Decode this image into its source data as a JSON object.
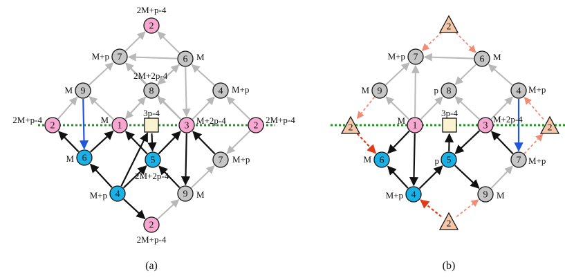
{
  "colors": {
    "pink": "#f7a8d0",
    "grey": "#c6c6c6",
    "cyan": "#1ab1e6",
    "square": "#fbf3cf",
    "triangle": "#f6c7a9",
    "dotted_line": "#1a9a1a",
    "grey_edge": "#b8b8b8",
    "black_edge": "#111111",
    "blue_edge": "#2255dd",
    "salmon_edge": "#f28b74",
    "red_edge": "#e03a1c"
  },
  "panels": [
    {
      "caption": "(a)",
      "nodes": [
        {
          "id": "top2",
          "label": "2",
          "fill": "pink",
          "shape": "circle",
          "ann": "2M+p-4"
        },
        {
          "id": "n7",
          "label": "7",
          "fill": "grey",
          "shape": "circle",
          "ann": "M+p"
        },
        {
          "id": "n6",
          "label": "6",
          "fill": "grey",
          "shape": "circle",
          "ann": "M"
        },
        {
          "id": "n9",
          "label": "9",
          "fill": "grey",
          "shape": "circle",
          "ann": "M"
        },
        {
          "id": "n8",
          "label": "8",
          "fill": "grey",
          "shape": "circle",
          "ann": "2M+2p-4"
        },
        {
          "id": "n4",
          "label": "4",
          "fill": "grey",
          "shape": "circle",
          "ann": "M+p"
        },
        {
          "id": "l2",
          "label": "2",
          "fill": "pink",
          "shape": "circle",
          "ann": "2M+p-4"
        },
        {
          "id": "n1",
          "label": "1",
          "fill": "pink",
          "shape": "circle",
          "ann": "M"
        },
        {
          "id": "sq",
          "label": "",
          "fill": "square",
          "shape": "square",
          "ann": "3p-4"
        },
        {
          "id": "n3",
          "label": "3",
          "fill": "pink",
          "shape": "circle",
          "ann": "M+2p-4"
        },
        {
          "id": "r2",
          "label": "2",
          "fill": "pink",
          "shape": "circle",
          "ann": "2M+p-4"
        },
        {
          "id": "c6",
          "label": "6",
          "fill": "cyan",
          "shape": "circle",
          "ann": "M"
        },
        {
          "id": "c5",
          "label": "5",
          "fill": "cyan",
          "shape": "circle",
          "ann": "2M+2p-4"
        },
        {
          "id": "g7",
          "label": "7",
          "fill": "grey",
          "shape": "circle",
          "ann": "M+p"
        },
        {
          "id": "c4",
          "label": "4",
          "fill": "cyan",
          "shape": "circle",
          "ann": "M+p"
        },
        {
          "id": "g9",
          "label": "9",
          "fill": "grey",
          "shape": "circle",
          "ann": "M"
        },
        {
          "id": "bot2",
          "label": "2",
          "fill": "pink",
          "shape": "circle",
          "ann": "2M+p-4"
        }
      ],
      "edges": [
        {
          "from": "n7",
          "to": "top2",
          "style": "grey"
        },
        {
          "from": "n6",
          "to": "top2",
          "style": "grey"
        },
        {
          "from": "n6",
          "to": "n7",
          "style": "grey"
        },
        {
          "from": "n9",
          "to": "n7",
          "style": "grey"
        },
        {
          "from": "n8",
          "to": "n7",
          "style": "grey"
        },
        {
          "from": "n8",
          "to": "n6",
          "style": "grey"
        },
        {
          "from": "n6",
          "to": "n8",
          "style": "grey"
        },
        {
          "from": "n4",
          "to": "n6",
          "style": "grey"
        },
        {
          "from": "l2",
          "to": "n9",
          "style": "grey"
        },
        {
          "from": "n1",
          "to": "n9",
          "style": "grey"
        },
        {
          "from": "n1",
          "to": "n8",
          "style": "grey"
        },
        {
          "from": "n8",
          "to": "n1",
          "style": "grey"
        },
        {
          "from": "n3",
          "to": "n8",
          "style": "grey"
        },
        {
          "from": "n3",
          "to": "n4",
          "style": "grey"
        },
        {
          "from": "r2",
          "to": "n4",
          "style": "grey"
        },
        {
          "from": "n3",
          "to": "n7",
          "style": "grey"
        },
        {
          "from": "n6",
          "to": "n3",
          "style": "grey"
        },
        {
          "from": "r2",
          "to": "g7",
          "style": "grey"
        },
        {
          "from": "g9",
          "to": "g7",
          "style": "grey"
        },
        {
          "from": "bot2",
          "to": "g9",
          "style": "grey"
        },
        {
          "from": "n9",
          "to": "c6",
          "style": "blue"
        },
        {
          "from": "c6",
          "to": "l2",
          "style": "black"
        },
        {
          "from": "c6",
          "to": "n1",
          "style": "black"
        },
        {
          "from": "c5",
          "to": "n1",
          "style": "black"
        },
        {
          "from": "c5",
          "to": "n3",
          "style": "black"
        },
        {
          "from": "sq",
          "to": "c5",
          "style": "black"
        },
        {
          "from": "c4",
          "to": "sq",
          "style": "black"
        },
        {
          "from": "c4",
          "to": "c5",
          "style": "black"
        },
        {
          "from": "c4",
          "to": "c6",
          "style": "black"
        },
        {
          "from": "c4",
          "to": "bot2",
          "style": "black"
        },
        {
          "from": "n3",
          "to": "g9",
          "style": "black"
        },
        {
          "from": "g9",
          "to": "c5",
          "style": "black"
        },
        {
          "from": "g7",
          "to": "n3",
          "style": "black"
        }
      ]
    },
    {
      "caption": "(b)",
      "nodes": [
        {
          "id": "top2",
          "label": "2",
          "fill": "triangle",
          "shape": "triangle",
          "ann": ""
        },
        {
          "id": "n7",
          "label": "7",
          "fill": "grey",
          "shape": "circle",
          "ann": "M+p"
        },
        {
          "id": "n6",
          "label": "6",
          "fill": "grey",
          "shape": "circle",
          "ann": "M"
        },
        {
          "id": "n9",
          "label": "9",
          "fill": "grey",
          "shape": "circle",
          "ann": "M"
        },
        {
          "id": "n8",
          "label": "8",
          "fill": "grey",
          "shape": "circle",
          "ann": "p"
        },
        {
          "id": "n4",
          "label": "4",
          "fill": "grey",
          "shape": "circle",
          "ann": "M+p"
        },
        {
          "id": "l2",
          "label": "2",
          "fill": "triangle",
          "shape": "triangle",
          "ann": ""
        },
        {
          "id": "n1",
          "label": "1",
          "fill": "pink",
          "shape": "circle",
          "ann": "M"
        },
        {
          "id": "sq",
          "label": "",
          "fill": "square",
          "shape": "square",
          "ann": "3p-4"
        },
        {
          "id": "n3",
          "label": "3",
          "fill": "pink",
          "shape": "circle",
          "ann": "M+2p-4"
        },
        {
          "id": "r2",
          "label": "2",
          "fill": "triangle",
          "shape": "triangle",
          "ann": ""
        },
        {
          "id": "c6",
          "label": "6",
          "fill": "cyan",
          "shape": "circle",
          "ann": "M"
        },
        {
          "id": "c5",
          "label": "5",
          "fill": "cyan",
          "shape": "circle",
          "ann": "p"
        },
        {
          "id": "g7",
          "label": "7",
          "fill": "grey",
          "shape": "circle",
          "ann": "M+p"
        },
        {
          "id": "c4",
          "label": "4",
          "fill": "cyan",
          "shape": "circle",
          "ann": "M+p"
        },
        {
          "id": "g9",
          "label": "9",
          "fill": "grey",
          "shape": "circle",
          "ann": "M"
        },
        {
          "id": "bot2",
          "label": "2",
          "fill": "triangle",
          "shape": "triangle",
          "ann": ""
        }
      ],
      "edges": [
        {
          "from": "top2",
          "to": "n7",
          "style": "salmon"
        },
        {
          "from": "top2",
          "to": "n6",
          "style": "salmon"
        },
        {
          "from": "n6",
          "to": "n7",
          "style": "grey"
        },
        {
          "from": "n9",
          "to": "n7",
          "style": "grey"
        },
        {
          "from": "n1",
          "to": "n7",
          "style": "grey"
        },
        {
          "from": "n6",
          "to": "n8",
          "style": "grey"
        },
        {
          "from": "n4",
          "to": "n6",
          "style": "grey"
        },
        {
          "from": "n9",
          "to": "l2",
          "style": "salmon"
        },
        {
          "from": "n1",
          "to": "n9",
          "style": "grey"
        },
        {
          "from": "n1",
          "to": "n8",
          "style": "grey"
        },
        {
          "from": "n3",
          "to": "n8",
          "style": "grey"
        },
        {
          "from": "n3",
          "to": "n4",
          "style": "grey"
        },
        {
          "from": "r2",
          "to": "n4",
          "style": "salmon"
        },
        {
          "from": "g7",
          "to": "r2",
          "style": "salmon"
        },
        {
          "from": "g9",
          "to": "g7",
          "style": "grey"
        },
        {
          "from": "bot2",
          "to": "g9",
          "style": "salmon"
        },
        {
          "from": "n4",
          "to": "g7",
          "style": "blue"
        },
        {
          "from": "l2",
          "to": "c6",
          "style": "red"
        },
        {
          "from": "bot2",
          "to": "c4",
          "style": "red"
        },
        {
          "from": "n1",
          "to": "c6",
          "style": "black"
        },
        {
          "from": "n1",
          "to": "c4",
          "style": "black"
        },
        {
          "from": "c4",
          "to": "c6",
          "style": "black"
        },
        {
          "from": "c4",
          "to": "c5",
          "style": "black"
        },
        {
          "from": "c5",
          "to": "sq",
          "style": "black"
        },
        {
          "from": "c5",
          "to": "g9",
          "style": "black"
        },
        {
          "from": "n3",
          "to": "c5",
          "style": "black"
        },
        {
          "from": "g7",
          "to": "n3",
          "style": "black"
        }
      ]
    }
  ]
}
